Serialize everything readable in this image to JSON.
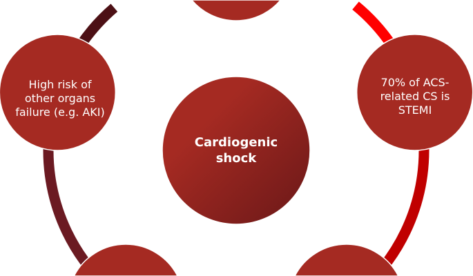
{
  "center": {
    "label": "Cardiogenic shock"
  },
  "nodes": [
    {
      "label": ""
    },
    {
      "label": "70% of ACS-related CS is STEMI"
    },
    {
      "label": ""
    },
    {
      "label": ""
    },
    {
      "label": "High risk of other organs failure (e.g. AKI)"
    }
  ],
  "colors": {
    "node": "#a52a22",
    "center_dark": "#6a1818",
    "ring_top_right": "#ff0000",
    "ring_right": "#c00000",
    "ring_bottom": "#8a1520",
    "ring_left": "#6b1a22",
    "ring_top_left": "#4c1015"
  }
}
